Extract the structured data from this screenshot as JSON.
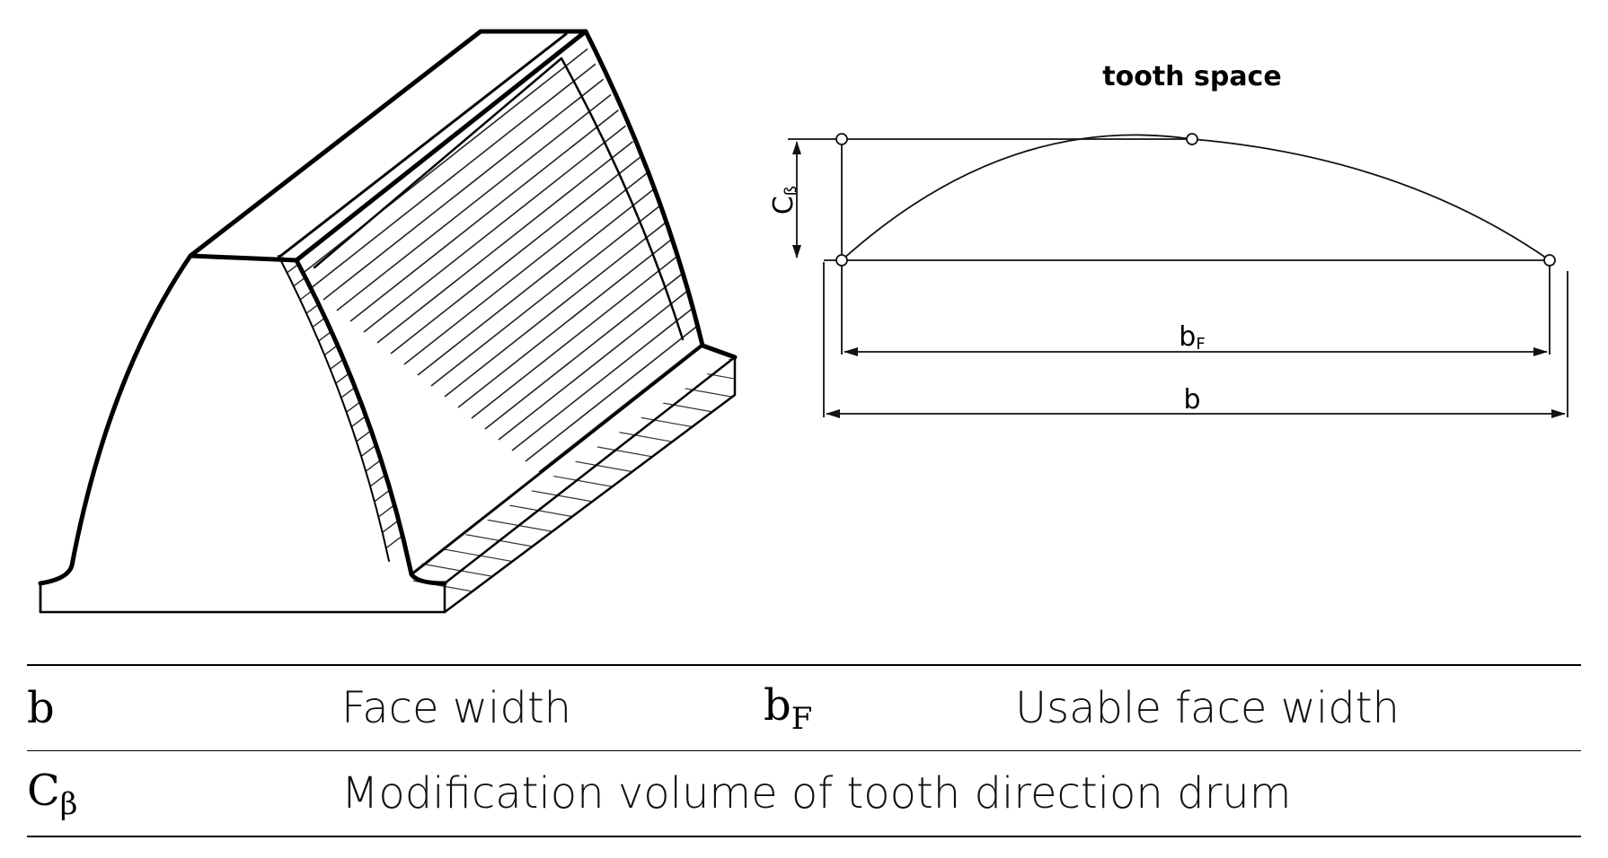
{
  "diagram": {
    "title": "tooth space",
    "dim_c_beta": {
      "main": "C",
      "sub": "ß"
    },
    "dim_bf": {
      "main": "b",
      "sub": "F"
    },
    "dim_b": "b"
  },
  "legend": [
    {
      "symbol": "b",
      "symbol_sub": "",
      "description": "Face width",
      "symbol2": "b",
      "symbol2_sub": "F",
      "description2": "Usable face width"
    },
    {
      "symbol": "C",
      "symbol_sub": "β",
      "description": "Modification volume of tooth direction drum"
    }
  ]
}
